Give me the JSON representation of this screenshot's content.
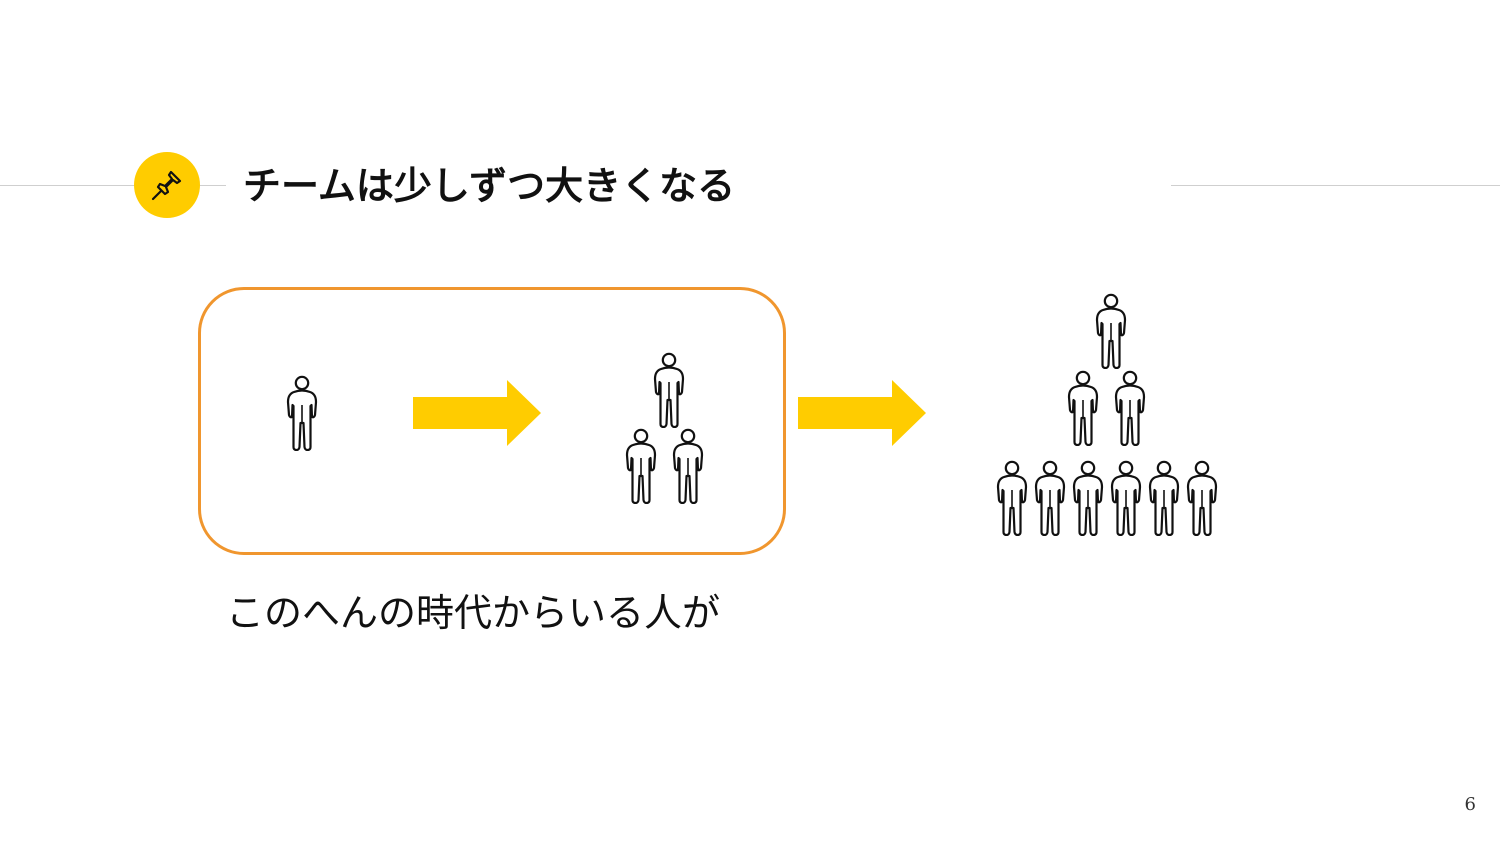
{
  "slide": {
    "title": "チームは少しずつ大きくなる",
    "caption": "このへんの時代からいる人が",
    "page_number": "6"
  },
  "icons": {
    "badge": "pushpin-icon",
    "figure": "person-icon",
    "connector": "arrow-right-icon"
  },
  "colors": {
    "accent_yellow": "#ffcc00",
    "box_orange": "#f0962e",
    "text": "#111111",
    "rule": "#cfcfcf"
  },
  "groups": [
    {
      "label": "",
      "people": 1
    },
    {
      "label": "",
      "people": 3
    },
    {
      "label": "",
      "people": 9
    }
  ]
}
